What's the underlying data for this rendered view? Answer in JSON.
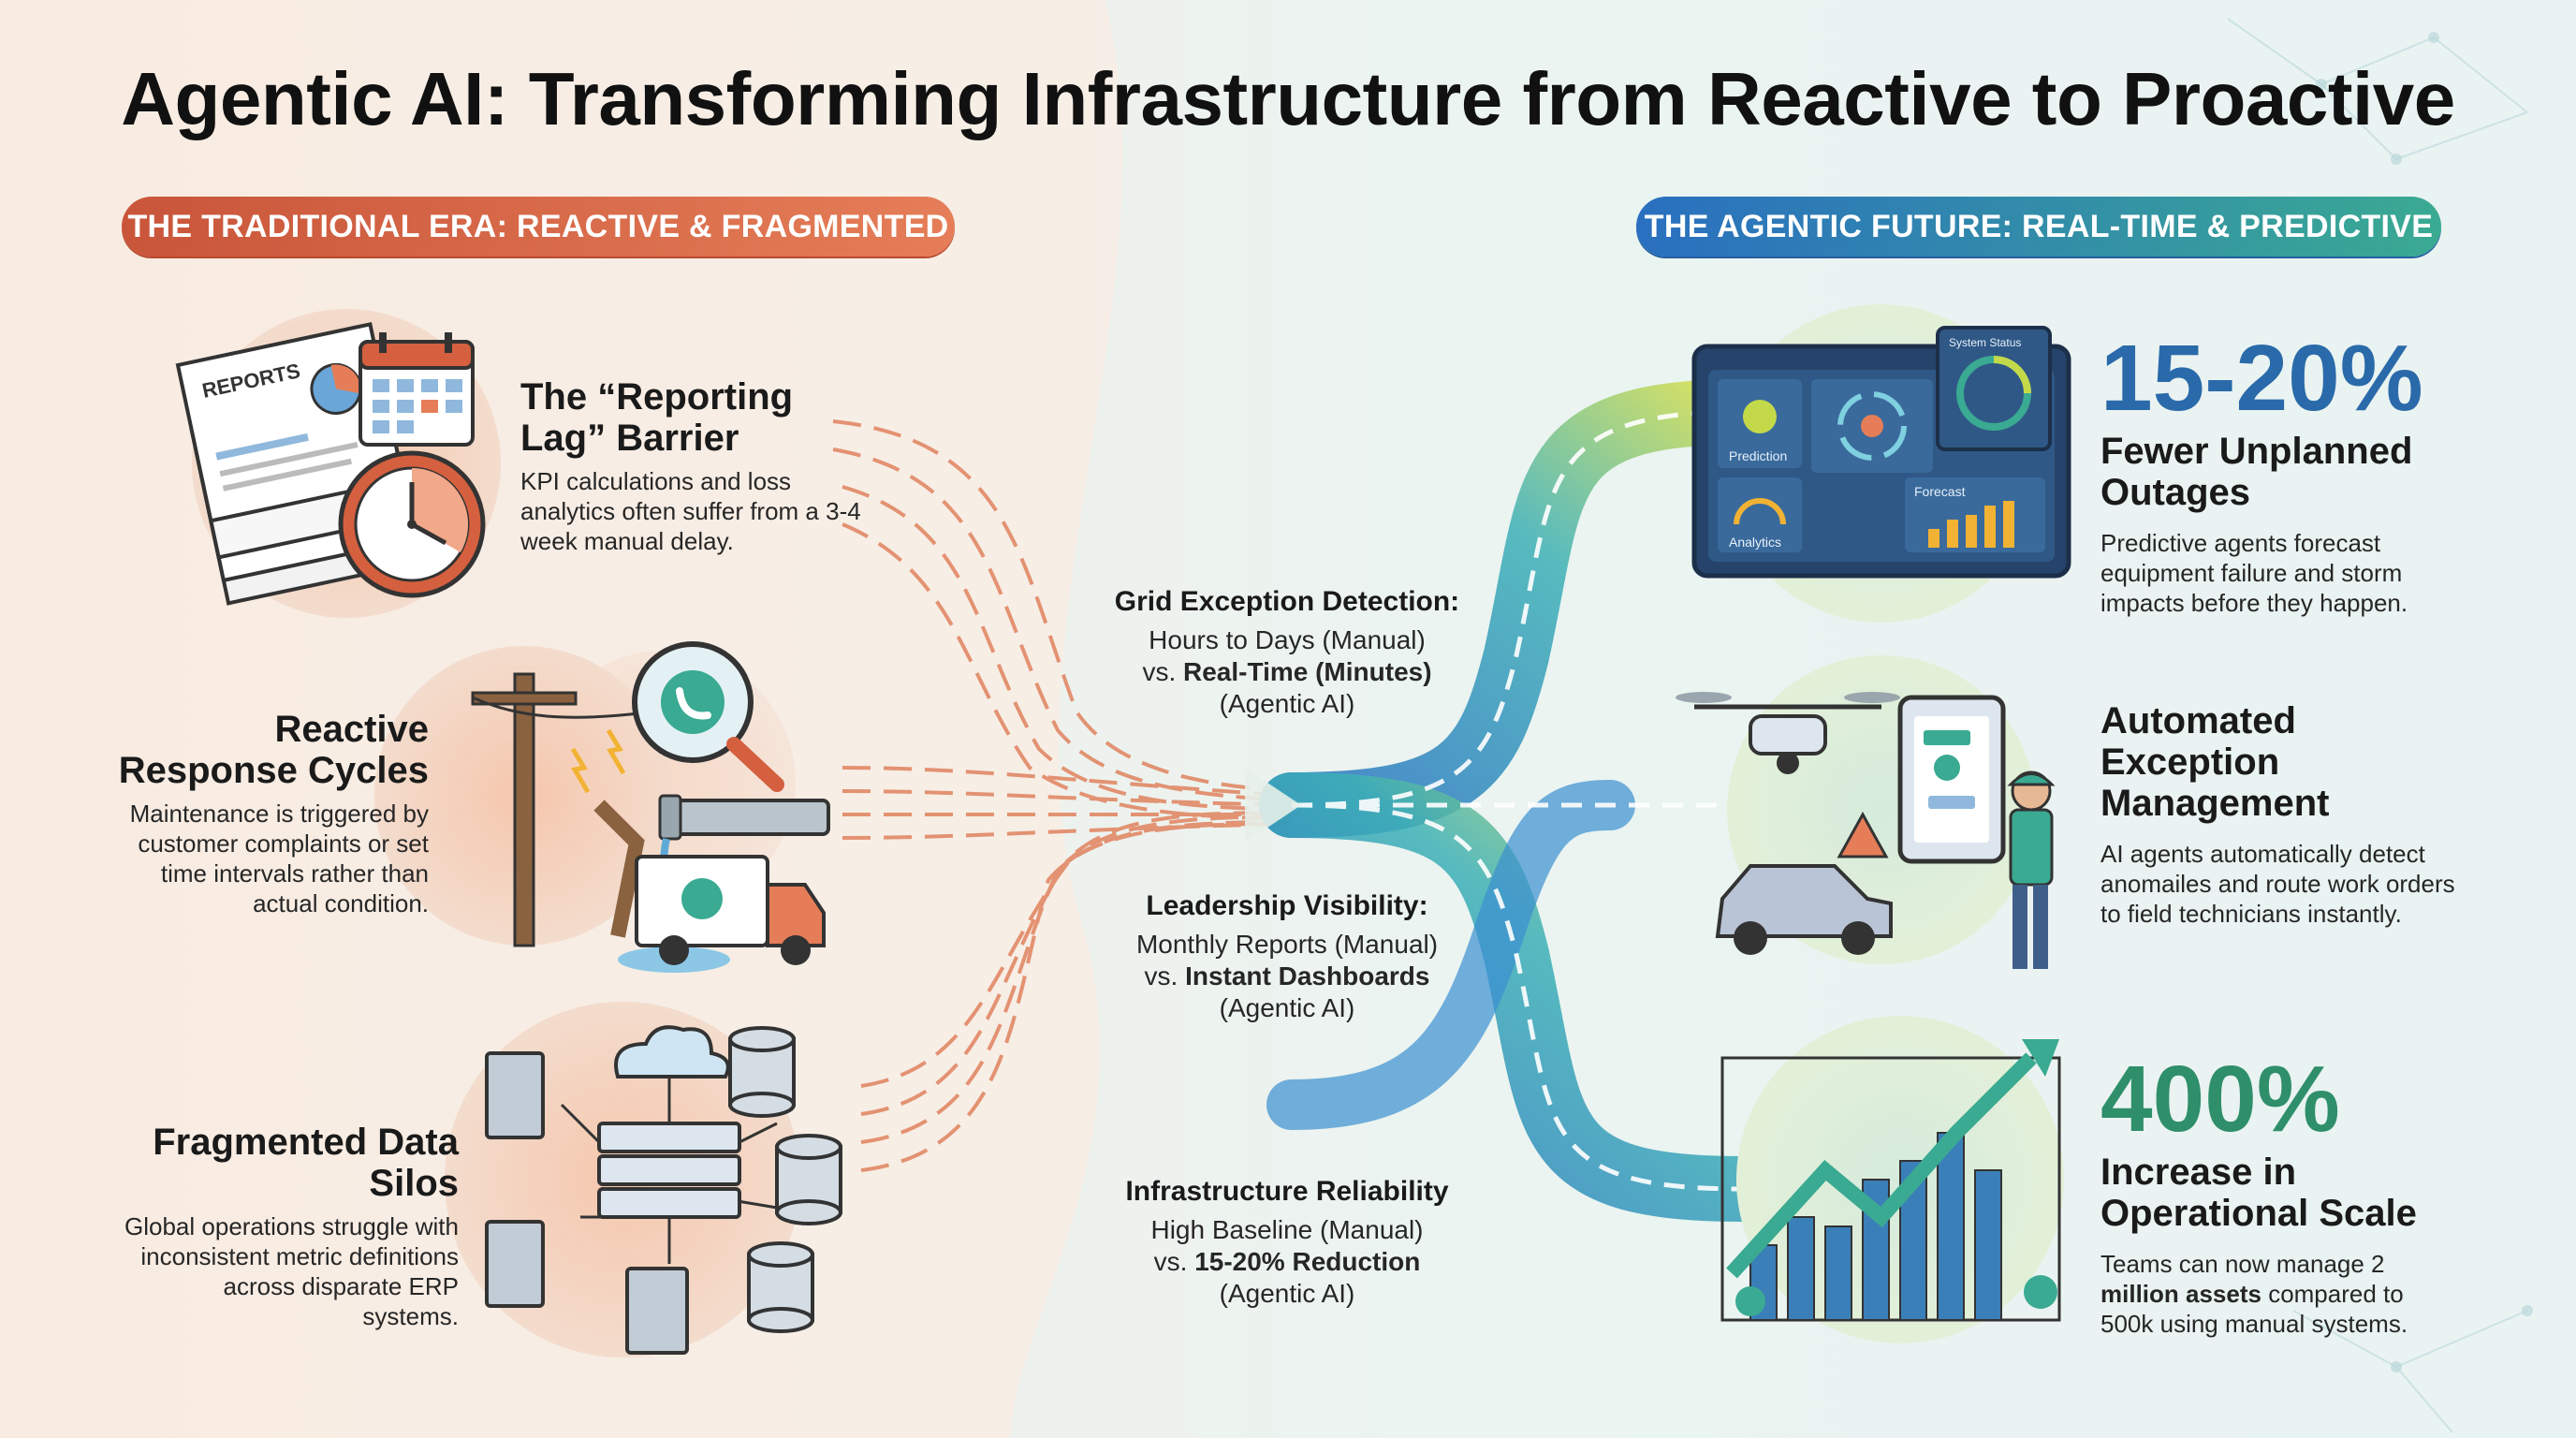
{
  "title": "Agentic AI: Transforming Infrastructure from Reactive to Proactive",
  "left_banner": "THE TRADITIONAL ERA: REACTIVE & FRAGMENTED",
  "right_banner": "THE AGENTIC FUTURE: REAL-TIME & PREDICTIVE",
  "left": [
    {
      "heading": "The “Reporting Lag” Barrier",
      "body": "KPI calculations and loss analytics often suffer from a 3-4 week manual delay.",
      "illustration": {
        "paper_label": "REPORTS"
      }
    },
    {
      "heading": "Reactive Response Cycles",
      "body": "Maintenance is triggered by customer complaints or set time intervals rather than actual condition."
    },
    {
      "heading": "Fragmented Data Silos",
      "body": "Global operations struggle with inconsistent metric definitions across disparate ERP systems."
    }
  ],
  "middle": [
    {
      "heading": "Grid Exception Detection:",
      "before": "Hours to Days (Manual)",
      "vs": "vs.",
      "after": "Real-Time (Minutes)",
      "agent": "(Agentic AI)"
    },
    {
      "heading": "Leadership Visibility:",
      "before": "Monthly Reports (Manual)",
      "vs": "vs.",
      "after": "Instant Dashboards",
      "agent": "(Agentic AI)"
    },
    {
      "heading": "Infrastructure Reliability",
      "before": "High Baseline (Manual)",
      "vs": "vs.",
      "after": "15-20% Reduction",
      "agent": "(Agentic AI)"
    }
  ],
  "right": [
    {
      "stat": "15-20%",
      "heading": "Fewer Unplanned Outages",
      "body": "Predictive agents forecast equipment failure and storm impacts before they happen.",
      "dashboard": {
        "tile_prediction": "Prediction",
        "tile_analytics": "Analytics",
        "tile_forecast": "Forecast",
        "tile_system": "System Status"
      }
    },
    {
      "stat": "",
      "heading": "Automated Exception Management",
      "body": "AI agents automatically detect anomailes and route work orders to field technicians instantly."
    },
    {
      "stat": "400%",
      "heading": "Increase in Operational Scale",
      "body_pre": "Teams can now manage 2 ",
      "body_bold": "million assets",
      "body_post": " compared to 500k using manual systems."
    }
  ],
  "colors": {
    "traditional": "#d4603f",
    "agentic_blue": "#2a6fc0",
    "agentic_green": "#3aaa92",
    "stat_blue": "#2a6aaa",
    "stat_green": "#2f8f6b"
  },
  "icons": [
    "reports-icon",
    "calendar-icon",
    "clock-icon",
    "power-pole-icon",
    "magnifier-phone-icon",
    "leaking-pipe-icon",
    "service-truck-icon",
    "cloud-icon",
    "server-icon",
    "database-icon",
    "dashboard-icon",
    "drone-icon",
    "tablet-icon",
    "technician-icon",
    "car-icon",
    "warning-icon",
    "growth-chart-icon"
  ]
}
